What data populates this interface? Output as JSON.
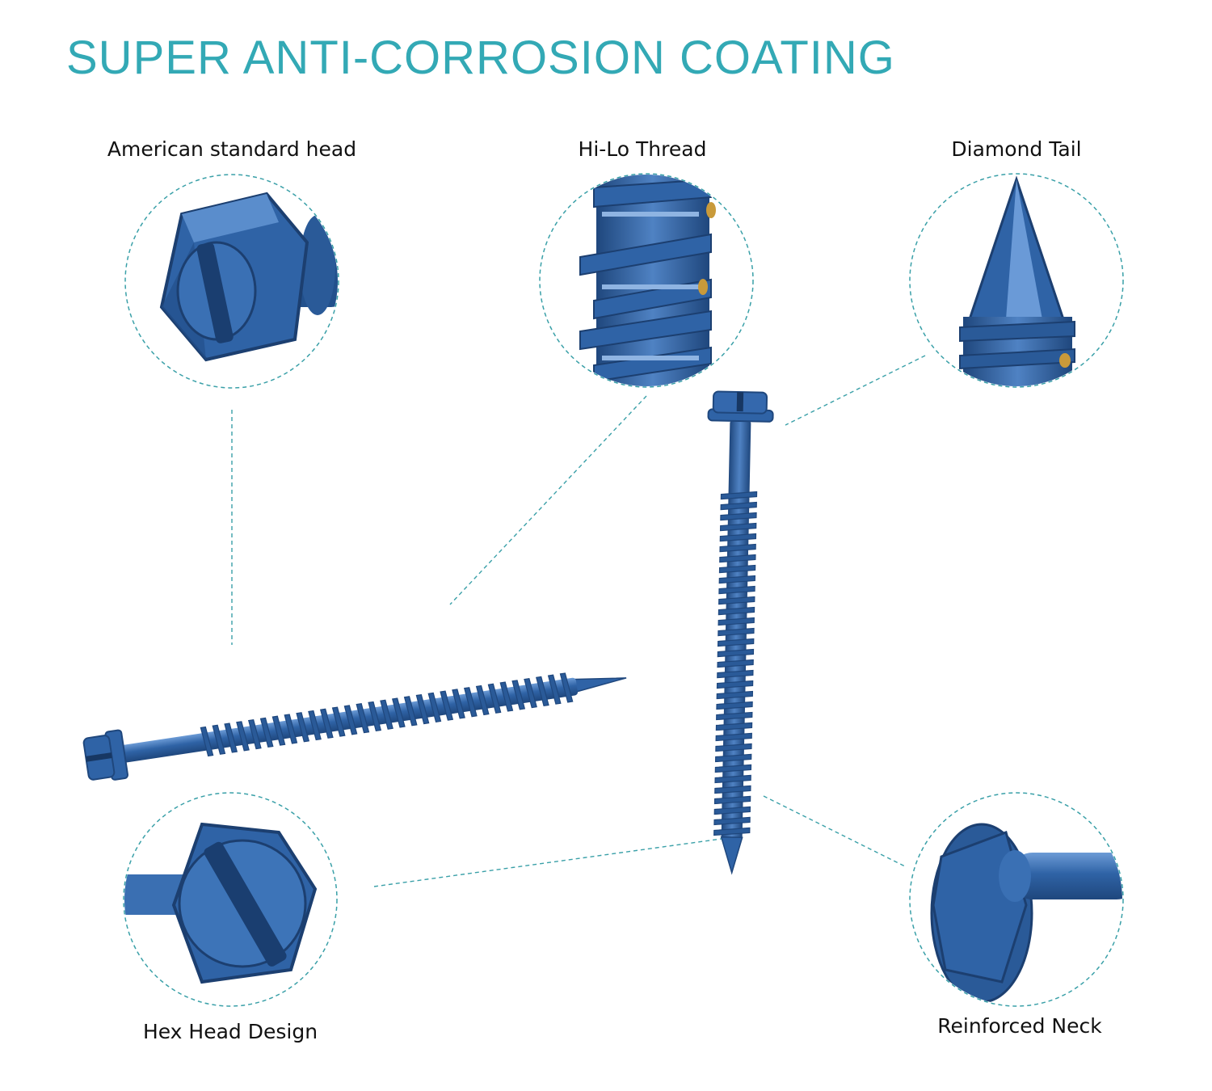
{
  "title": "SUPER ANTI-CORROSION COATING",
  "colors": {
    "title": "#33a9b5",
    "screw_blue": "#2f63a6",
    "screw_blue_dark": "#1f477d",
    "screw_blue_light": "#5e8fcb",
    "guide_line": "#3aa0a8"
  },
  "features": {
    "american_head": "American standard head",
    "hilo_thread": "Hi-Lo Thread",
    "diamond_tail": "Diamond Tail",
    "hex_head": "Hex Head Design",
    "reinforced_neck": "Reinforced Neck"
  }
}
